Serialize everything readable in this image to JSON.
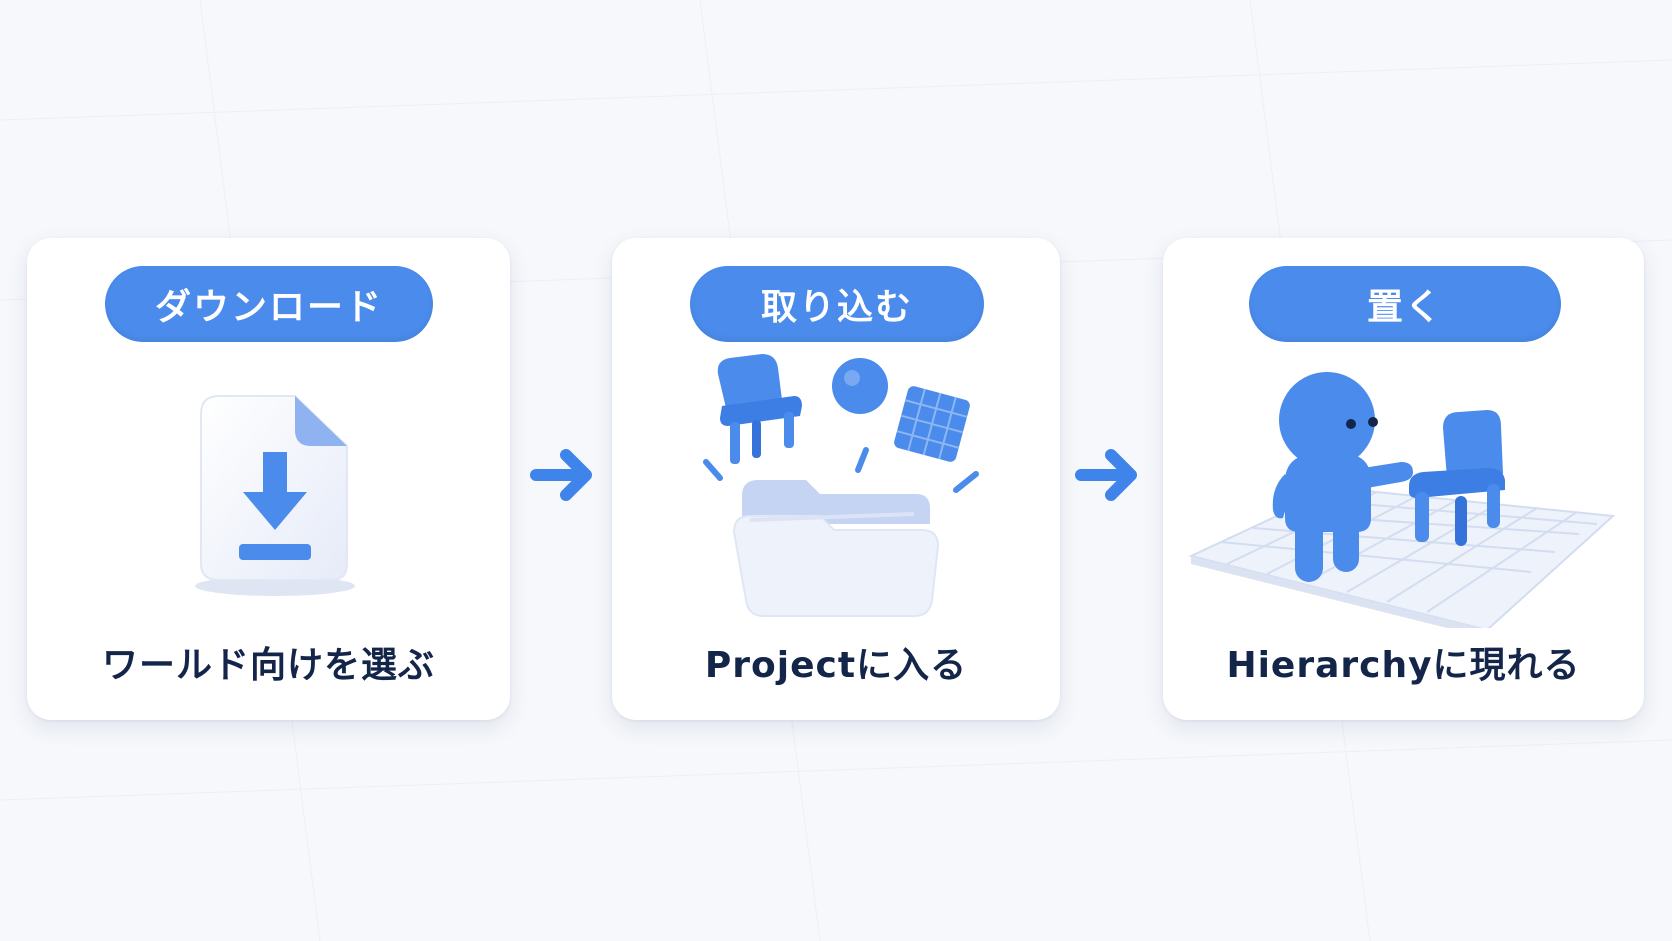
{
  "colors": {
    "accent": "#4a8beb",
    "text": "#14254a",
    "card": "#ffffff",
    "background": "#f6f8fb"
  },
  "steps": [
    {
      "title": "ダウンロード",
      "caption": "ワールド向けを選ぶ",
      "icon": "download-file-icon"
    },
    {
      "title": "取り込む",
      "caption": "Projectに入る",
      "icon": "folder-import-icon"
    },
    {
      "title": "置く",
      "caption": "Hierarchyに現れる",
      "icon": "character-chair-scene-icon"
    }
  ],
  "connectors": [
    "arrow-right-icon",
    "arrow-right-icon"
  ]
}
